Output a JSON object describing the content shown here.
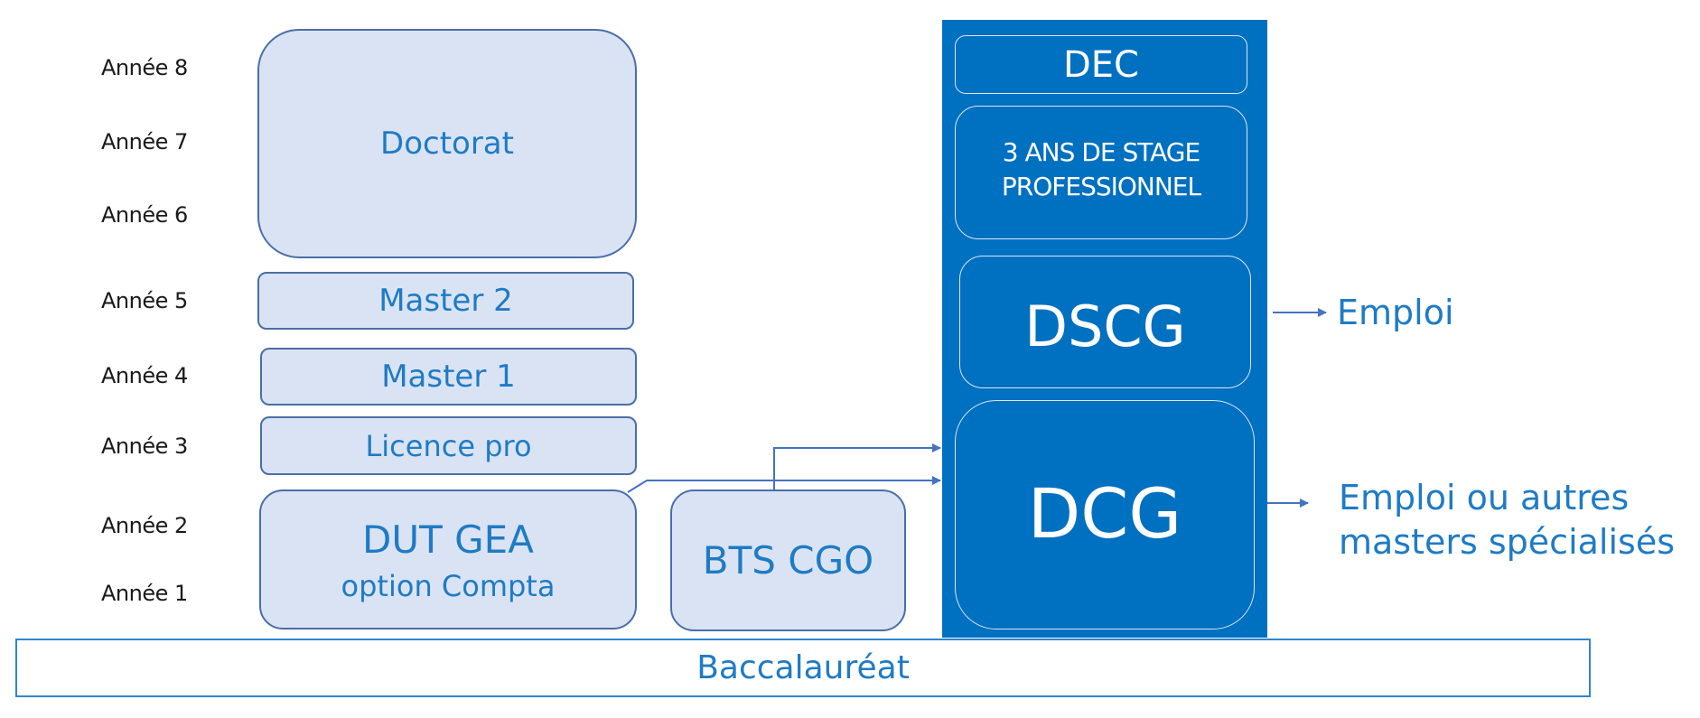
{
  "years": [
    "Année 8",
    "Année 7",
    "Année 6",
    "Année 5",
    "Année 4",
    "Année 3",
    "Année 2",
    "Année 1"
  ],
  "university_track": {
    "doctorat": "Doctorat",
    "master2": "Master 2",
    "master1": "Master 1",
    "licence_pro": "Licence pro",
    "dut_title": "DUT GEA",
    "dut_subtitle": "option Compta"
  },
  "bts": "BTS CGO",
  "expert_track": {
    "dec": "DEC",
    "stage_line1": "3 ANS DE STAGE",
    "stage_line2": "PROFESSIONNEL",
    "dscg": "DSCG",
    "dcg": "DCG"
  },
  "outcomes": {
    "dscg_outcome": "Emploi",
    "dcg_outcome_line1": "Emploi ou autres",
    "dcg_outcome_line2": "masters spécialisés"
  },
  "base": "Baccalauréat",
  "colors": {
    "accent_blue": "#0070c0",
    "light_box_fill": "#dae3f3",
    "light_box_border": "#4a6ea9",
    "text_blue": "#1f7bc4",
    "arrow": "#4472c4"
  }
}
